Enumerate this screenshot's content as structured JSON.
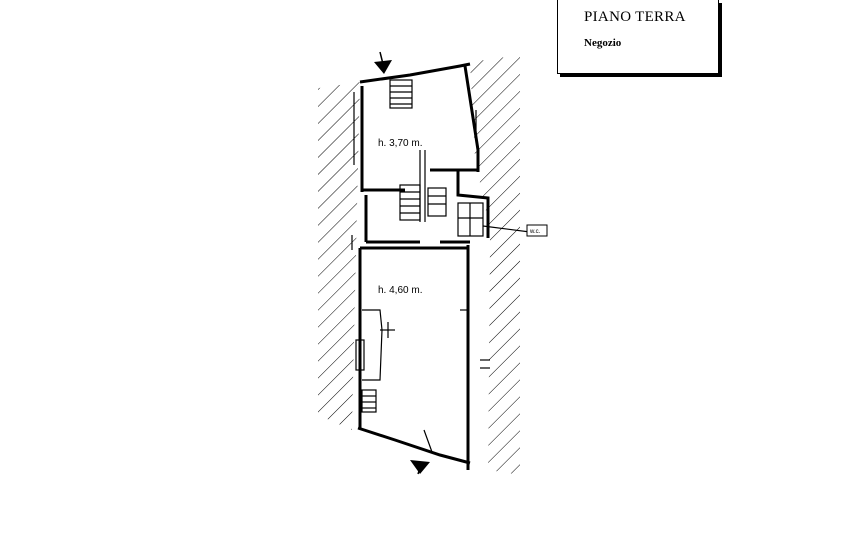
{
  "title_block": {
    "title": "PIANO TERRA",
    "subtitle": "Negozio"
  },
  "rooms": {
    "upper_height": "h. 3,70 m.",
    "lower_height": "h. 4,60 m."
  },
  "labels": {
    "wc": "w.c."
  },
  "icons": {
    "entrance_top": "entrance-arrow-icon",
    "entrance_bottom": "entrance-arrow-icon"
  }
}
